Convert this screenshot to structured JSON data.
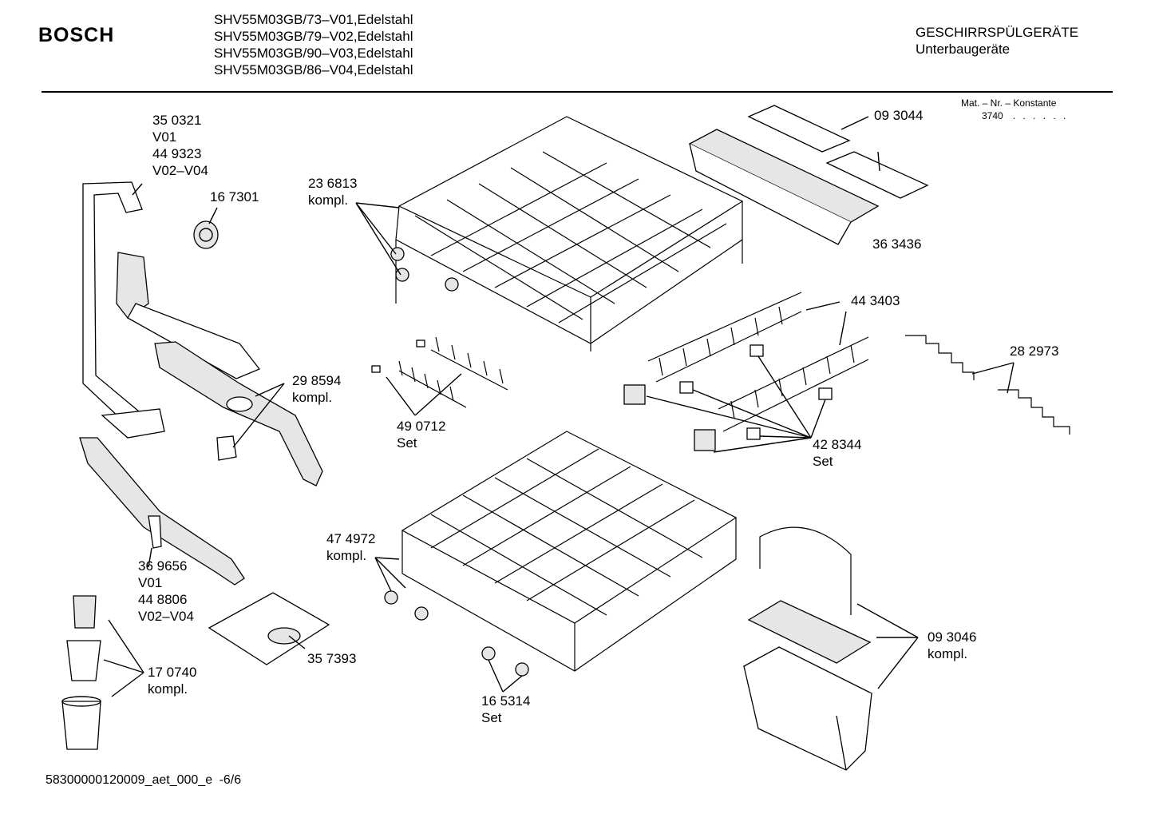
{
  "header": {
    "brand": "BOSCH",
    "models": [
      "SHV55M03GB/73–V01,Edelstahl",
      "SHV55M03GB/79–V02,Edelstahl",
      "SHV55M03GB/90–V03,Edelstahl",
      "SHV55M03GB/86–V04,Edelstahl"
    ],
    "category_line1": "GESCHIRRSPÜLGERÄTE",
    "category_line2": "Unterbaugeräte",
    "konstante_label": "Mat. – Nr. – Konstante",
    "konstante_value": "3740",
    "konstante_dots": ". .   . . . ."
  },
  "parts": {
    "p350321": {
      "l1": "35 0321",
      "l2": "V01",
      "l3": "44 9323",
      "l4": "V02–V04"
    },
    "p167301": {
      "l1": "16 7301"
    },
    "p236813": {
      "l1": "23 6813",
      "l2": "kompl."
    },
    "p093044": {
      "l1": "09 3044"
    },
    "p363436": {
      "l1": "36 3436"
    },
    "p443403": {
      "l1": "44 3403"
    },
    "p282973": {
      "l1": "28 2973"
    },
    "p298594": {
      "l1": "29 8594",
      "l2": "kompl."
    },
    "p490712": {
      "l1": "49 0712",
      "l2": "Set"
    },
    "p428344": {
      "l1": "42 8344",
      "l2": "Set"
    },
    "p474972": {
      "l1": "47 4972",
      "l2": "kompl."
    },
    "p369656": {
      "l1": "36 9656",
      "l2": "V01",
      "l3": "44 8806",
      "l4": "V02–V04"
    },
    "p357393": {
      "l1": "35 7393"
    },
    "p170740": {
      "l1": "17 0740",
      "l2": "kompl."
    },
    "p165314": {
      "l1": "16 5314",
      "l2": "Set"
    },
    "p093046": {
      "l1": "09 3046",
      "l2": "kompl."
    }
  },
  "footer": {
    "doc_id": "58300000120009_aet_000_e",
    "page": "-6/6"
  }
}
